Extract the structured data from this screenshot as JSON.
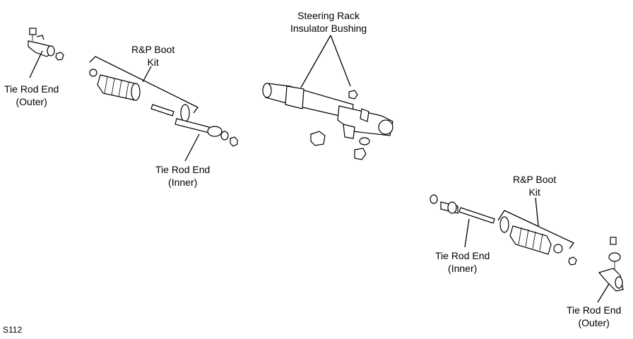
{
  "labels": {
    "tie_rod_end_outer_left": [
      "Tie Rod End",
      "(Outer)"
    ],
    "rp_boot_kit_left": [
      "R&P Boot",
      "Kit"
    ],
    "tie_rod_end_inner_left": [
      "Tie Rod End",
      "(Inner)"
    ],
    "steering_rack_bushing": [
      "Steering Rack",
      "Insulator Bushing"
    ],
    "rp_boot_kit_right": [
      "R&P Boot",
      "Kit"
    ],
    "tie_rod_end_inner_right": [
      "Tie Rod End",
      "(Inner)"
    ],
    "tie_rod_end_outer_right": [
      "Tie Rod End",
      "(Outer)"
    ]
  },
  "figure_code": "S112"
}
